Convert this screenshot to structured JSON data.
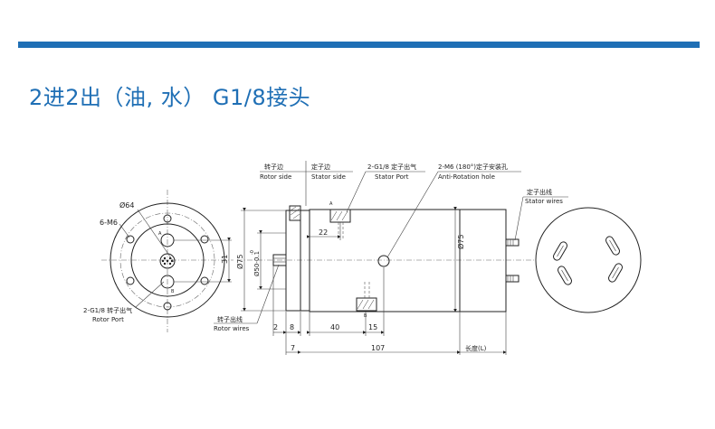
{
  "header": {
    "title": "2进2出（油, 水） G1/8接头"
  },
  "drawing": {
    "front_view": {
      "dia_label": "Ø64",
      "bolt_label": "6-M6",
      "rotor_port_cn": "2-G1/8 转子出气",
      "rotor_port_en": "Rotor Port",
      "port_a": "A",
      "port_b": "B",
      "dim_31": "31"
    },
    "side_view": {
      "rotor_side_cn": "转子边",
      "rotor_side_en": "Rotor side",
      "stator_side_cn": "定子边",
      "stator_side_en": "Stator side",
      "stator_port_cn": "2-G1/8 定子出气",
      "stator_port_en": "Stator Port",
      "anti_rot_cn": "2-M6 (180°)定子安装孔",
      "anti_rot_en": "Anti-Rotation hole",
      "stator_wires_cn": "定子出线",
      "stator_wires_en": "Stator wires",
      "rotor_wires_cn": "转子出线",
      "rotor_wires_en": "Rotor wires",
      "dim_22": "22",
      "dim_75a": "Ø75",
      "dim_50": "Ø50-0.1",
      "dim_50_sup": "-0",
      "dim_75b": "Ø75",
      "dim_2": "2",
      "dim_8": "8",
      "dim_40": "40",
      "dim_15": "15",
      "dim_7": "7",
      "dim_107": "107",
      "dim_length": "长度(L)",
      "port_a": "A",
      "port_b": "B"
    }
  }
}
